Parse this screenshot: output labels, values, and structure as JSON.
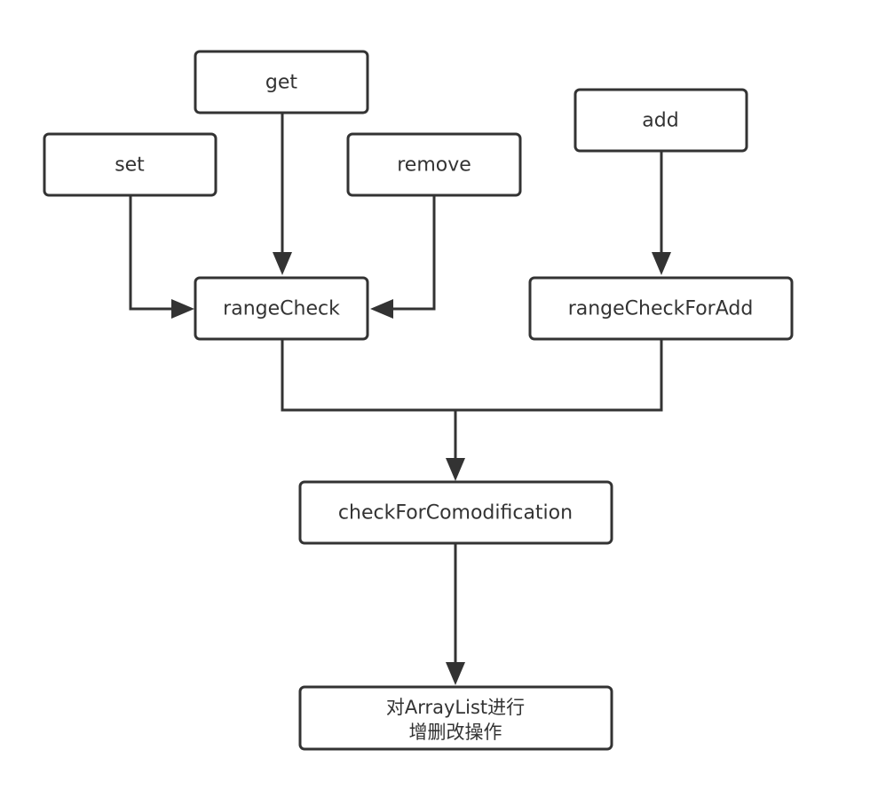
{
  "diagram": {
    "nodes": {
      "get": "get",
      "set": "set",
      "remove": "remove",
      "add": "add",
      "range_check": "rangeCheck",
      "range_check_for_add": "rangeCheckForAdd",
      "check_for_comodification": "checkForComodification",
      "result_line1": "对ArrayList进行",
      "result_line2": "增删改操作"
    },
    "colors": {
      "stroke": "#333333",
      "fill": "#ffffff",
      "text": "#333333"
    }
  }
}
